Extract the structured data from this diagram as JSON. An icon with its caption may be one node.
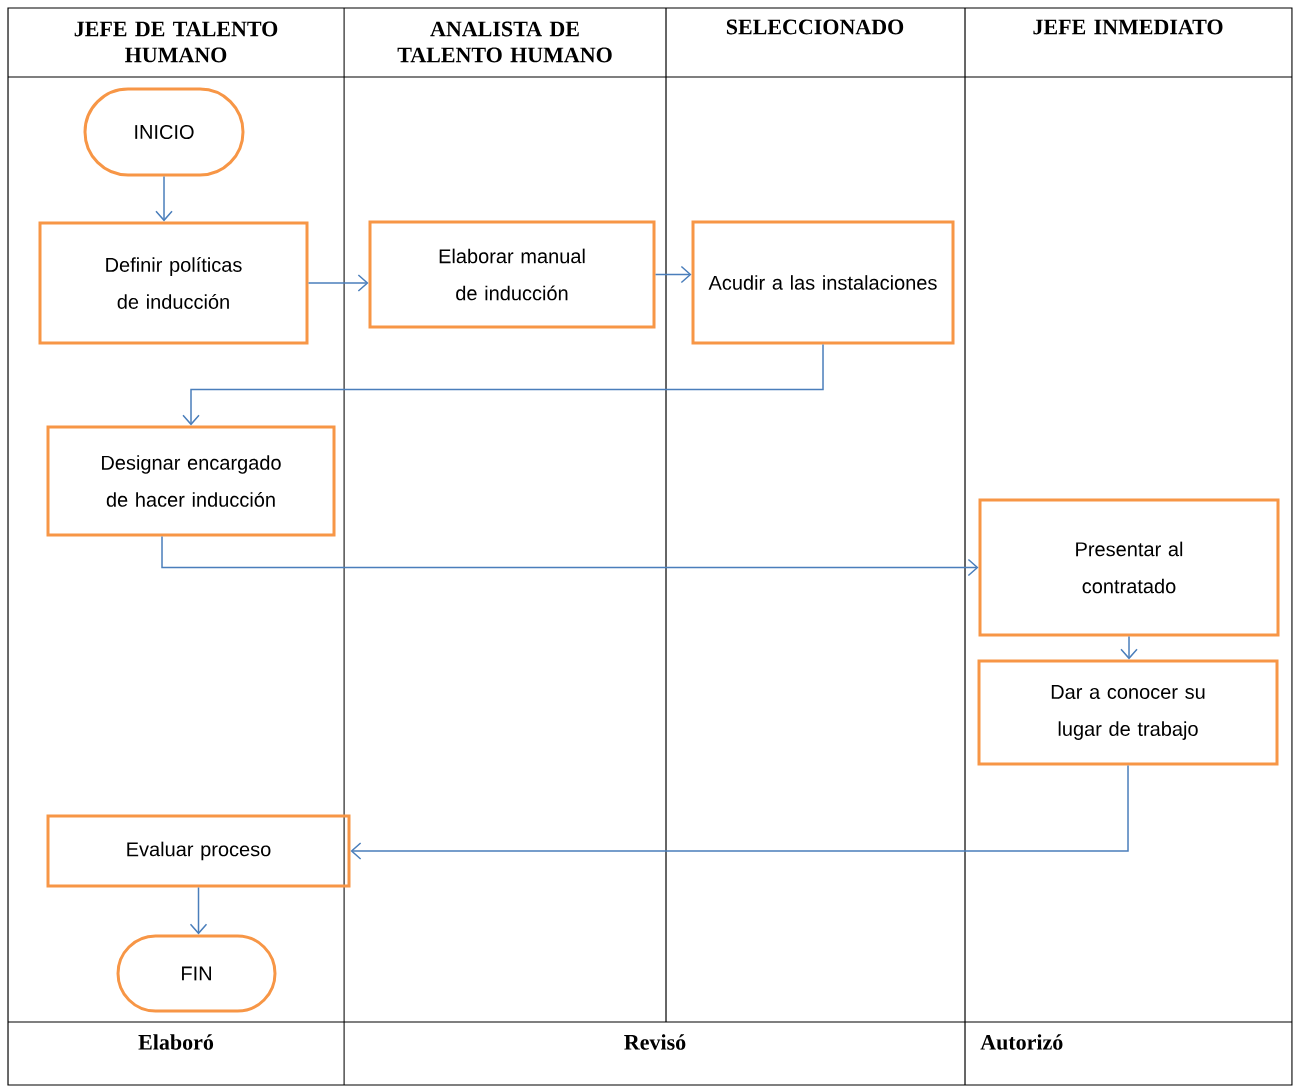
{
  "diagram": {
    "nodes": [
      {
        "text": [
          "INICIO"
        ]
      },
      {
        "text": [
          "Definir políticas de inducción"
        ]
      },
      {
        "text": [
          "Elaborar manual de inducción"
        ]
      },
      {
        "text": [
          "Acudir a las instalaciones"
        ]
      },
      {
        "text": [
          "Designar encargado de hacer inducción"
        ]
      },
      {
        "text": [
          "Presentar al contratado"
        ]
      },
      {
        "text": [
          "Dar a conocer su lugar de trabajo"
        ]
      },
      {
        "text": [
          "Evaluar proceso"
        ]
      },
      {
        "text": [
          "FIN"
        ]
      }
    ],
    "edges": [
      {
        "from": 0,
        "to": 1,
        "arrow": "to"
      },
      {
        "from": 1,
        "to": 2,
        "arrow": "to"
      },
      {
        "from": 2,
        "to": 3,
        "arrow": "to"
      },
      {
        "from": 3,
        "to": 4,
        "arrow": "to"
      },
      {
        "from": 4,
        "to": 5,
        "arrow": "to"
      },
      {
        "from": 5,
        "to": 6,
        "arrow": "to"
      },
      {
        "from": 6,
        "to": 7,
        "arrow": "to"
      },
      {
        "from": 7,
        "to": 8,
        "arrow": "to"
      }
    ],
    "labels": [
      "JEFE DE TALENTO HUMANO",
      "ANALISTA DE TALENTO HUMANO",
      "SELECCIONADO",
      "JEFE INMEDIATO",
      "Elaboró",
      "Revisó",
      "Autorizó"
    ]
  }
}
